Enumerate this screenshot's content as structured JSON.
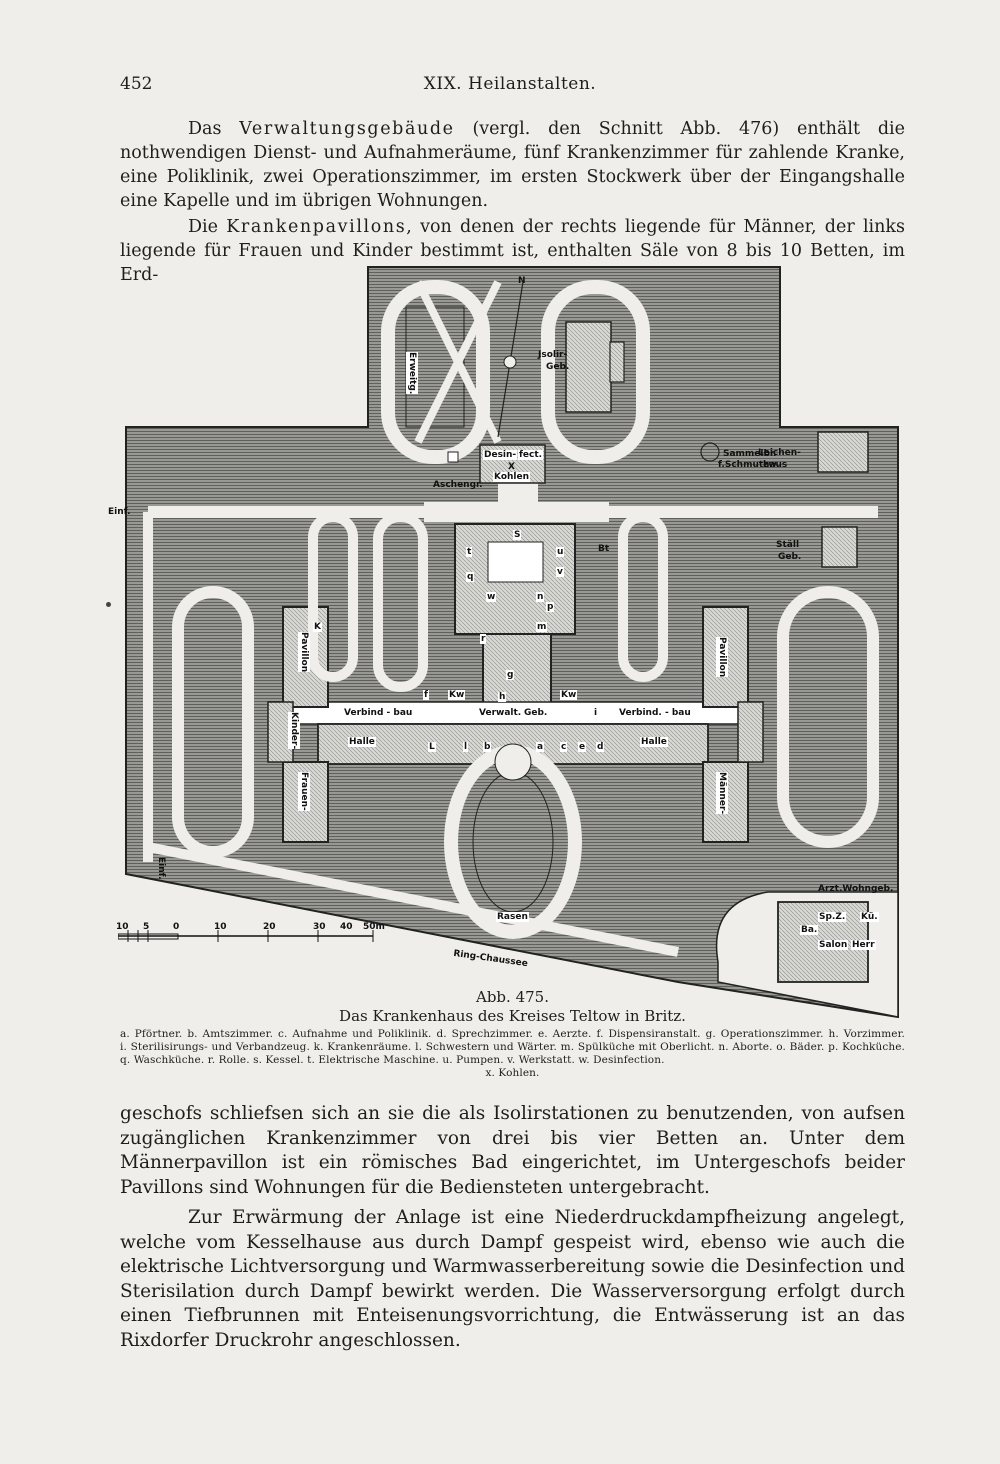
{
  "header": {
    "page_number": "452",
    "running_head": "XIX. Heilanstalten."
  },
  "paragraph1": {
    "term": "Verwaltungsgebäude",
    "text_before": "Das",
    "text_after": "(vergl. den Schnitt Abb. 476) enthält die nothwendigen Dienst- und Aufnahmeräume, fünf Krankenzimmer für zahlende Kranke, eine Poliklinik, zwei Operationszimmer, im ersten Stockwerk über der Eingangshalle eine Kapelle und im übrigen Wohnungen."
  },
  "paragraph2": {
    "text_before": "Die",
    "term": "Krankenpavillons",
    "text_after": ", von denen der rechts liegende für Männer, der links liegende für Frauen und Kinder bestimmt ist, enthalten Säle von 8 bis 10 Betten, im Erd-"
  },
  "plan": {
    "labels": {
      "erweiterung": "Erweitg.",
      "isolir": "Jsolir-",
      "isolir2": "Geb.",
      "north": "N",
      "desinfect": "Desin-",
      "desinfect2": "fect.",
      "x": "X",
      "kohlen": "Kohlen",
      "aschengr": "Aschengr.",
      "sammelbr": "Sammelbr.",
      "schmutzw": "f.Schmutzw.",
      "leichenhaus": "Leichen-",
      "leichenhaus2": "haus",
      "einf_top": "Einf.",
      "stallgeb": "Ställ",
      "stallgeb2": "Geb.",
      "bt": "Bt",
      "pavillon_left": "Pavillon",
      "kinder": "Kinder-",
      "frauen": "Frauen-",
      "maenner": "Männer-",
      "pavillon_right": "Pavillon",
      "verbind_left": "Verbind - bau",
      "verwalt": "Verwalt.",
      "geb": "Geb.",
      "verbind_right": "Verbind. - bau",
      "halle_left": "Halle",
      "halle_right": "Halle",
      "kw_left": "Kw",
      "kw_right": "Kw",
      "f": "f",
      "s": "S",
      "t": "t",
      "u": "u",
      "q": "q",
      "v": "v",
      "w": "w",
      "n": "n",
      "p": "p",
      "r": "r",
      "m": "m",
      "g": "g",
      "a": "a",
      "b": "b",
      "c": "c",
      "d": "d",
      "e": "e",
      "i": "i",
      "l": "l",
      "L": "L",
      "K": "K",
      "h": "h",
      "rasen": "Rasen",
      "einf_bottom": "Einf.",
      "ring_chaussee": "Ring-Chaussee",
      "arzt": "Arzt.Wohngeb.",
      "spz": "Sp.Z.",
      "kue": "Kü.",
      "salon": "Salon",
      "herr": "Herr",
      "ba": "Ba."
    },
    "scale": {
      "ticks": [
        "10",
        "5",
        "0",
        "10",
        "20",
        "30",
        "40",
        "50m"
      ]
    }
  },
  "caption": {
    "figure": "Abb. 475.",
    "title": "Das Krankenhaus des Kreises Teltow in Britz."
  },
  "legend": {
    "items": [
      "a. Pförtner.",
      "b. Amtszimmer.",
      "c. Aufnahme und Poliklinik.",
      "d. Sprechzimmer.",
      "e. Aerzte.",
      "f. Dispensiranstalt.",
      "g. Operationszimmer.",
      "h. Vorzimmer.",
      "i. Sterilisirungs- und Verbandzeug.",
      "k. Krankenräume.",
      "l. Schwestern und Wärter.",
      "m. Spülküche mit Oberlicht.",
      "n. Aborte.",
      "o. Bäder.",
      "p. Kochküche.",
      "q. Waschküche.",
      "r. Rolle.",
      "s. Kessel.",
      "t. Elektrische Maschine.",
      "u. Pumpen.",
      "v. Werkstatt.",
      "w. Desinfection."
    ],
    "last": "x. Kohlen."
  },
  "paragraph3": {
    "text": "geschofs schliefsen sich an sie die als Isolirstationen zu benutzenden, von aufsen zugänglichen Krankenzimmer von drei bis vier Betten an. Unter dem Männerpavillon ist ein römisches Bad eingerichtet, im Untergeschofs beider Pavillons sind Wohnungen für die Bediensteten untergebracht."
  },
  "paragraph4": {
    "text": "Zur Erwärmung der Anlage ist eine Niederdruckdampfheizung angelegt, welche vom Kesselhause aus durch Dampf gespeist wird, ebenso wie auch die elektrische Lichtversorgung und Warmwasserbereitung sowie die Desinfection und Sterisilation durch Dampf bewirkt werden. Die Wasserversorgung erfolgt durch einen Tiefbrunnen mit Enteisenungsvorrichtung, die Entwässerung ist an das Rixdorfer Druckrohr angeschlossen."
  }
}
